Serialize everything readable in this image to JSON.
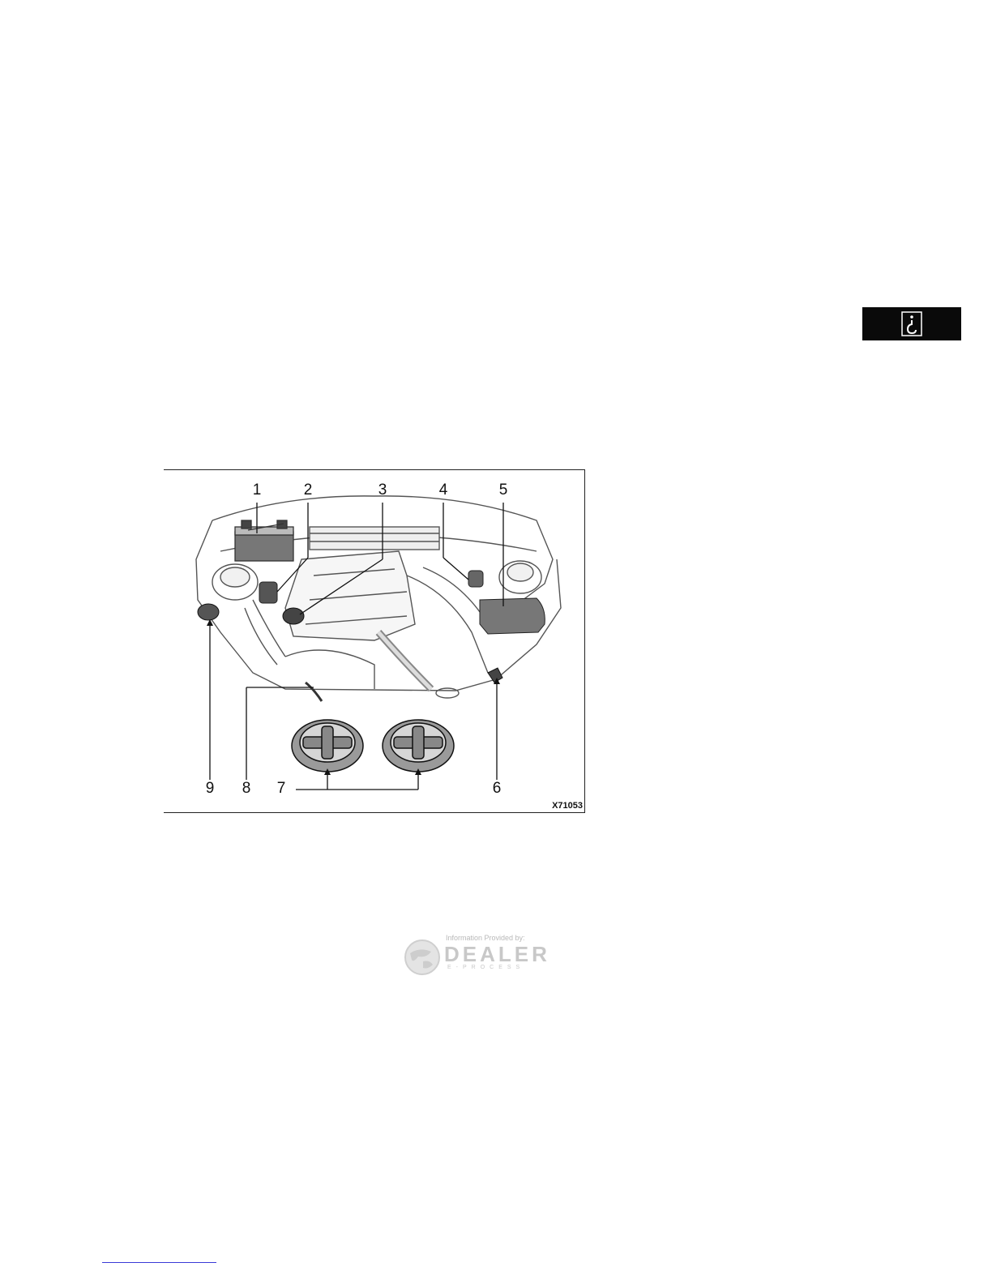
{
  "side_tab": {
    "icon": "hook-question-icon",
    "background": "#0a0a0a"
  },
  "figure": {
    "callouts": [
      "1",
      "2",
      "3",
      "4",
      "5",
      "6",
      "7",
      "8",
      "9"
    ],
    "code": "X71053"
  },
  "watermark": {
    "caption": "Information Provided by:",
    "brand": "DEALER",
    "sub": "E-PROCESS"
  }
}
